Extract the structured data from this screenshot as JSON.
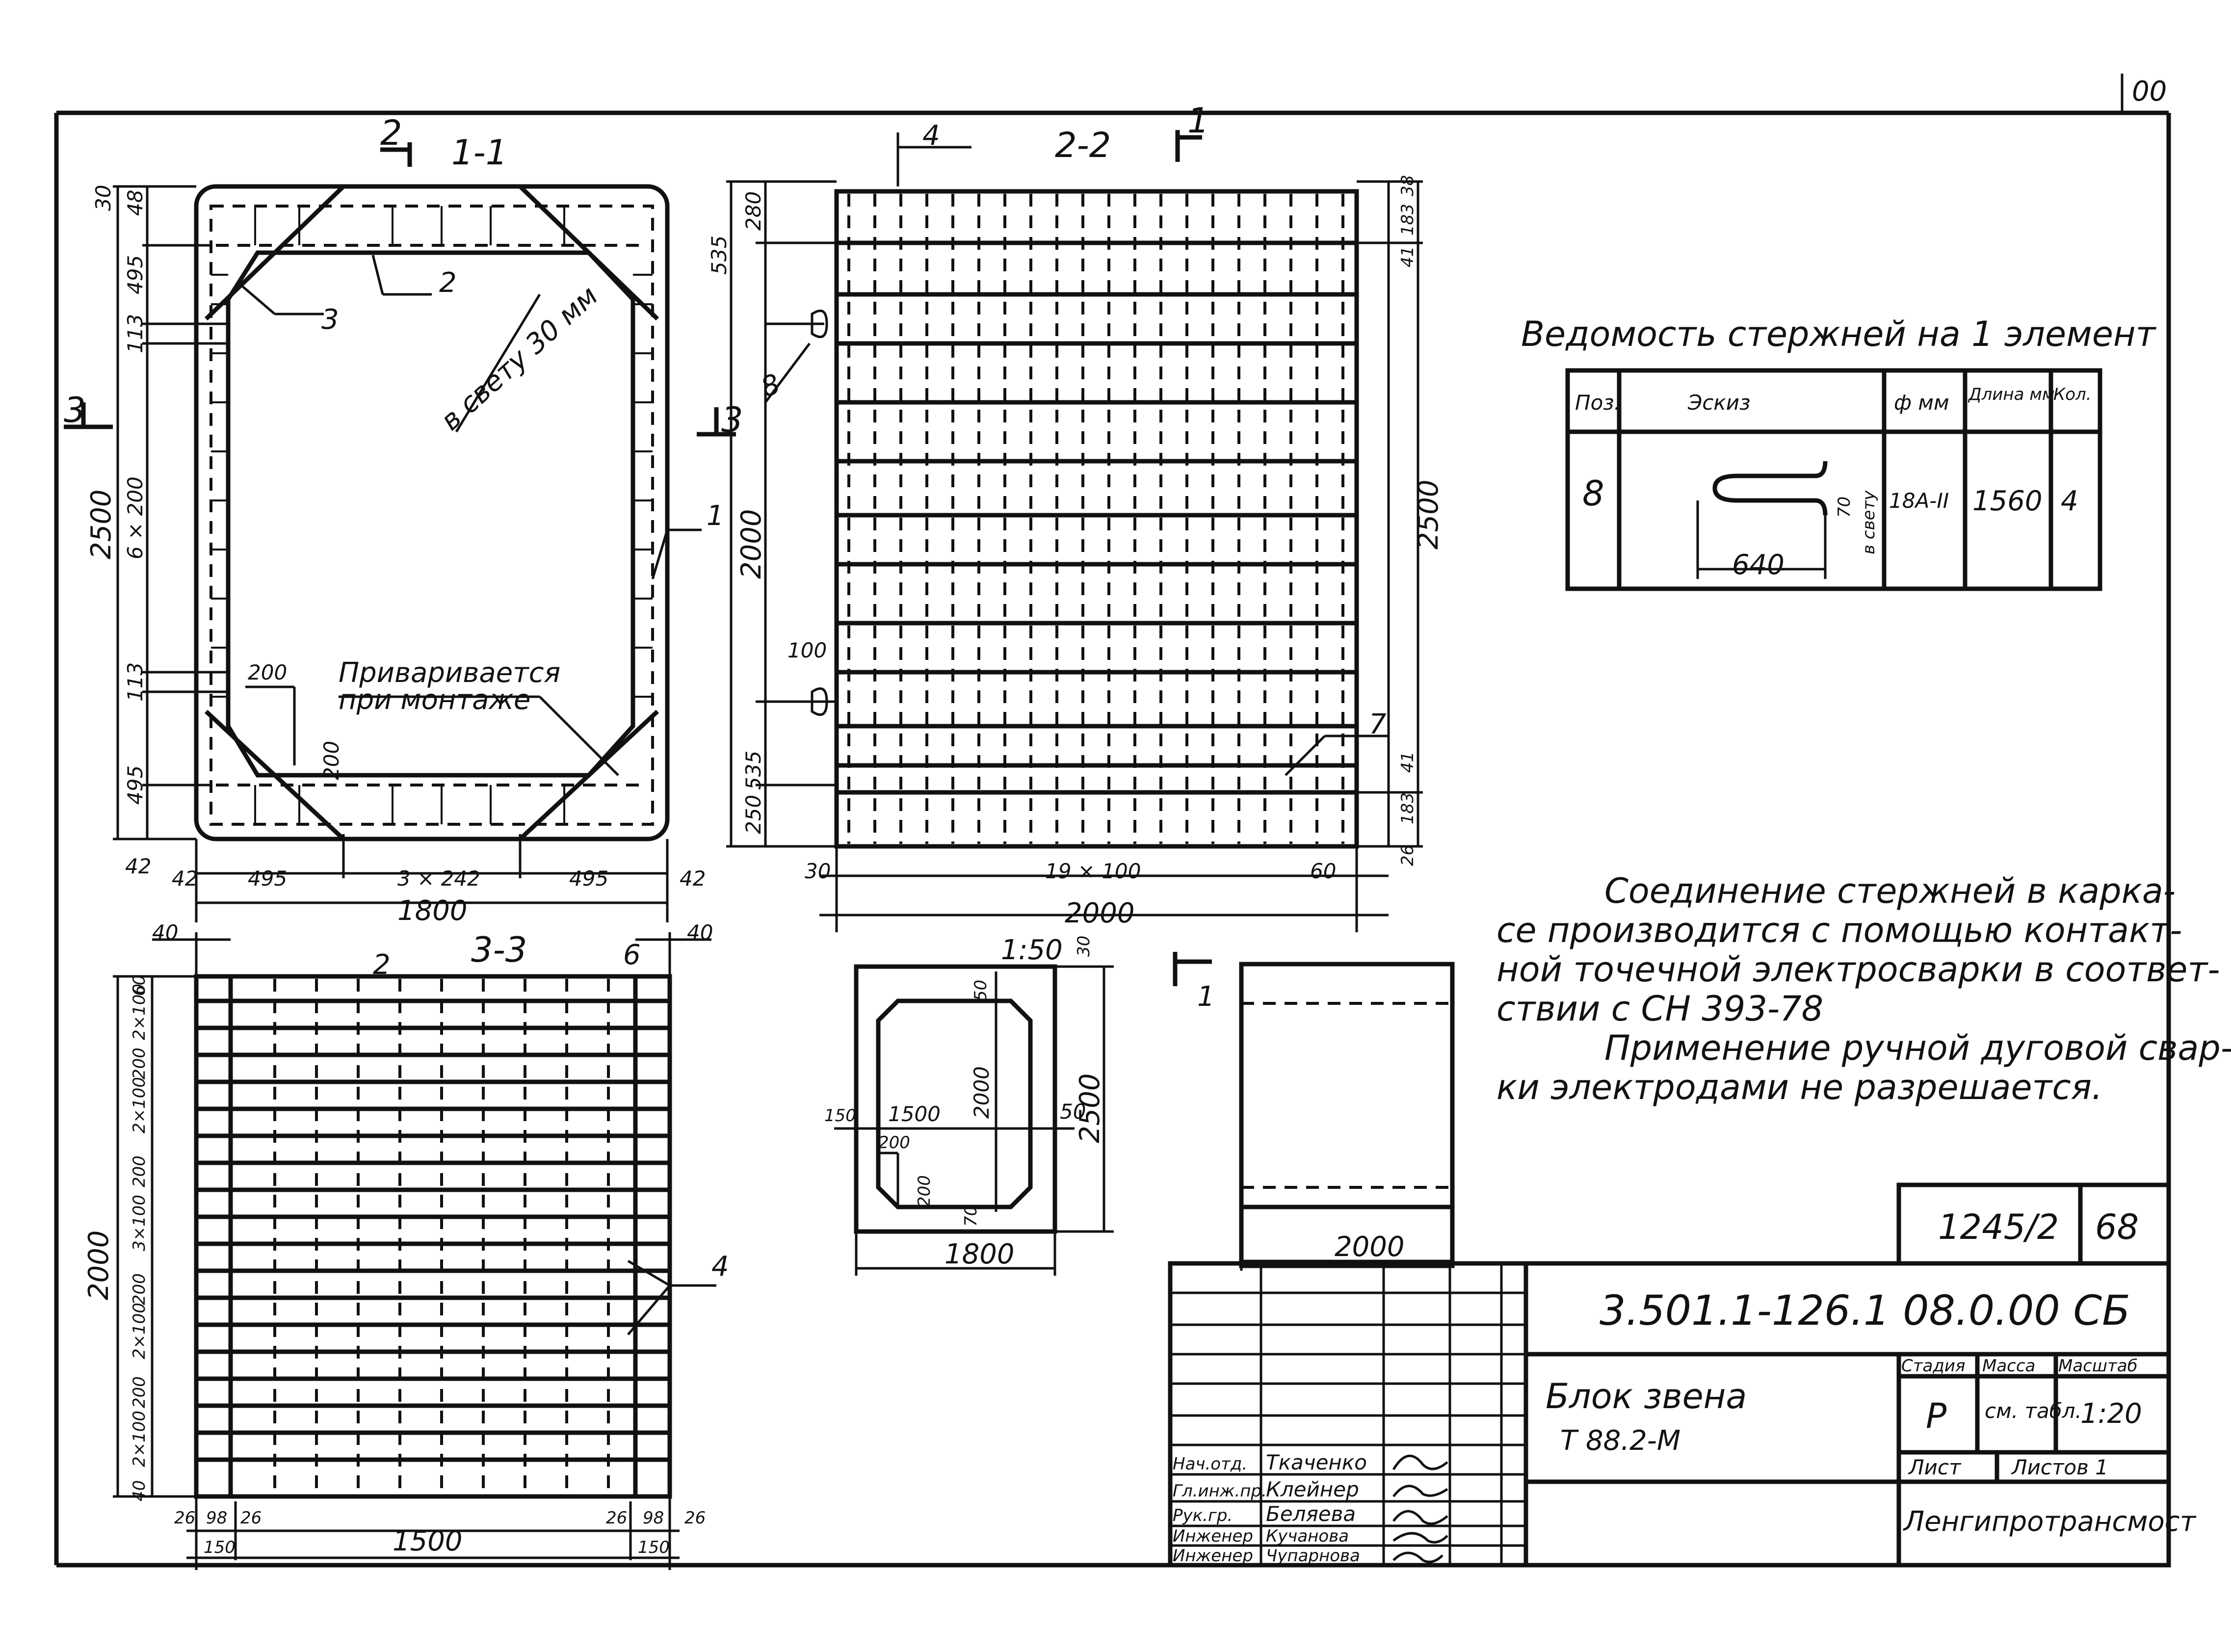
{
  "sheet_corner": "00",
  "sections": {
    "s11": {
      "mark": "2",
      "title": "1-1"
    },
    "s22": {
      "mark": "1",
      "title": "2-2"
    },
    "s33": {
      "mark": "2",
      "title": "3-3"
    },
    "s3left": "3",
    "s3right": "3",
    "s1small": "1"
  },
  "view11": {
    "dims_left": [
      "30",
      "48",
      "495",
      "113",
      "6 × 200",
      "2500",
      "113",
      "495",
      "42"
    ],
    "dims_bottom": [
      "42",
      "495",
      "3 × 242",
      "495",
      "42"
    ],
    "width_total": "1800",
    "pos_labels": [
      "1",
      "2",
      "3"
    ],
    "note_clear": "в свету 30 мм",
    "note_weld_1": "Приваривается",
    "note_weld_2": "при монтаже",
    "inner_dim_200a": "200",
    "inner_dim_200b": "200"
  },
  "view22": {
    "dims_left": [
      "280",
      "535",
      "2000",
      "535",
      "250"
    ],
    "dims_right": [
      "38",
      "183",
      "41",
      "2500",
      "41",
      "183",
      "26"
    ],
    "dims_bottom": [
      "30",
      "19 × 100",
      "60"
    ],
    "width_total": "2000",
    "hook_dim": "100",
    "pos_labels": [
      "4",
      "8",
      "7"
    ]
  },
  "view33": {
    "top_left": "40",
    "top_right": "40",
    "dims_left": [
      "60",
      "2×100",
      "200",
      "2×100",
      "200",
      "3×100",
      "200",
      "2×100",
      "200",
      "2×100",
      "40"
    ],
    "height_total": "2000",
    "dims_bottom": [
      "26",
      "98",
      "26",
      "26",
      "98",
      "26"
    ],
    "sub_left": "150",
    "sub_right": "150",
    "width_total": "1500",
    "pos_labels": [
      "2",
      "6",
      "4"
    ]
  },
  "small_view": {
    "scale": "1:50",
    "top_dim": "30",
    "dim_50": "50",
    "dim_2000": "2000",
    "dim_2500": "2500",
    "dim_150": "150",
    "dim_1500": "1500",
    "dim_200a": "200",
    "dim_200b": "200",
    "dim_70": "70",
    "width_total": "1800"
  },
  "side_view": {
    "width_total": "2000"
  },
  "schedule": {
    "title": "Ведомость стержней на 1 элемент",
    "headers": [
      "Поз.",
      "Эскиз",
      "ф мм",
      "Длина мм",
      "Кол."
    ],
    "rows": [
      {
        "pos": "8",
        "sketch_dim": "640",
        "sketch_small": "70",
        "sketch_note": "в свету",
        "dia": "18А-II",
        "length": "1560",
        "qty": "4"
      }
    ]
  },
  "notes": {
    "p1": [
      "Соединение стержней в карка-",
      "се производится с помощью контакт-",
      "ной точечной электросварки в соответ-",
      "ствии с СН 393-78"
    ],
    "p2": [
      "Применение ручной дуговой свар-",
      "ки электродами не разрешается."
    ]
  },
  "title_block": {
    "series": "1245/2",
    "sheet_no": "68",
    "doc_code": "3.501.1-126.1 08.0.00 СБ",
    "name_1": "Блок звена",
    "name_2": "Т 88.2-М",
    "stage_h": "Стадия",
    "mass_h": "Масса",
    "scale_h": "Масштаб",
    "stage": "Р",
    "mass": "см. табл.",
    "scale": "1:20",
    "sheet_h": "Лист",
    "sheets_h": "Листов 1",
    "org": "Ленгипротрансмост",
    "staff": [
      {
        "role": "Нач.отд.",
        "name": "Ткаченко"
      },
      {
        "role": "Гл.инж.пр.",
        "name": "Клейнер"
      },
      {
        "role": "Рук.гр.",
        "name": "Беляева"
      },
      {
        "role": "Инженер",
        "name": "Кучанова"
      },
      {
        "role": "Инженер",
        "name": "Чупарнова"
      }
    ]
  }
}
